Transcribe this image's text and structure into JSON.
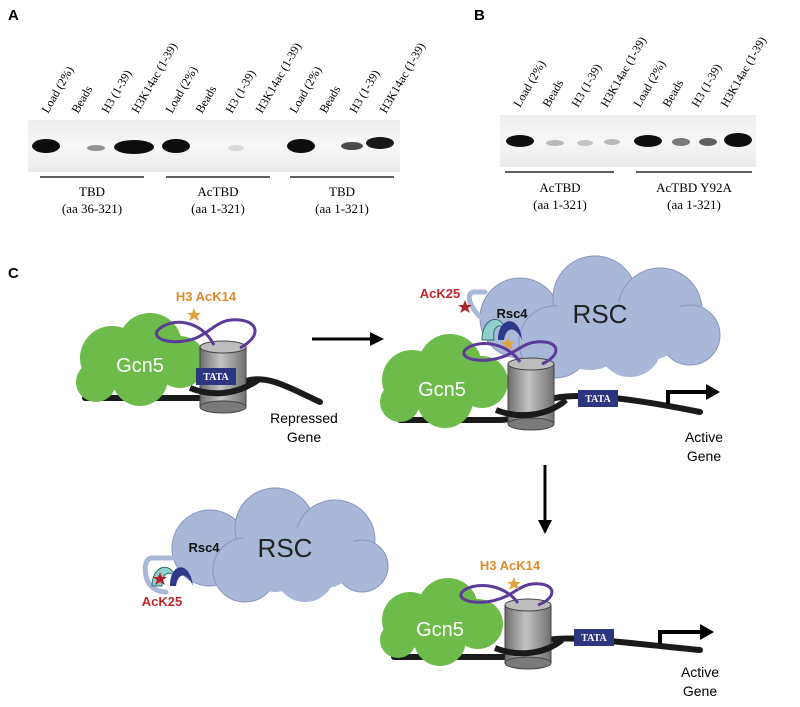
{
  "panels": {
    "a": "A",
    "b": "B",
    "c": "C"
  },
  "blot_a": {
    "lanes": [
      "Load (2%)",
      "Beads",
      "H3 (1-39)",
      "H3K14ac (1-39)",
      "Load (2%)",
      "Beads",
      "H3 (1-39)",
      "H3K14ac (1-39)",
      "Load (2%)",
      "Beads",
      "H3 (1-39)",
      "H3K14ac (1-39)"
    ],
    "groups": [
      {
        "name": "TBD",
        "range": "(aa 36-321)"
      },
      {
        "name": "AcTBD",
        "range": "(aa 1-321)"
      },
      {
        "name": "TBD",
        "range": "(aa 1-321)"
      }
    ]
  },
  "blot_b": {
    "lanes": [
      "Load (2%)",
      "Beads",
      "H3 (1-39)",
      "H3K14ac (1-39)",
      "Load (2%)",
      "Beads",
      "H3 (1-39)",
      "H3K14ac (1-39)"
    ],
    "groups": [
      {
        "name": "AcTBD",
        "range": "(aa 1-321)"
      },
      {
        "name": "AcTBD Y92A",
        "range": "(aa 1-321)"
      }
    ]
  },
  "diagram": {
    "gcn5": "Gcn5",
    "rsc": "RSC",
    "rsc4": "Rsc4",
    "h3_ack14": "H3 AcK14",
    "ack25": "AcK25",
    "tata": "TATA",
    "repressed": [
      "Repressed",
      "Gene"
    ],
    "active": [
      "Active",
      "Gene"
    ]
  },
  "colors": {
    "gcn5": "#6dbb4a",
    "rsc": "#a9b7d9",
    "nucleosome": "#9a9a9a",
    "tail": "#5b3b9a",
    "tata_box": "#2b3580",
    "star_gold": "#e3a23a",
    "star_red": "#b3202a",
    "ack_label": "#c0272d",
    "h3_label": "#e08a2a",
    "bromo_light": "#8fd0cc",
    "bromo_dark": "#2d3a8c"
  }
}
